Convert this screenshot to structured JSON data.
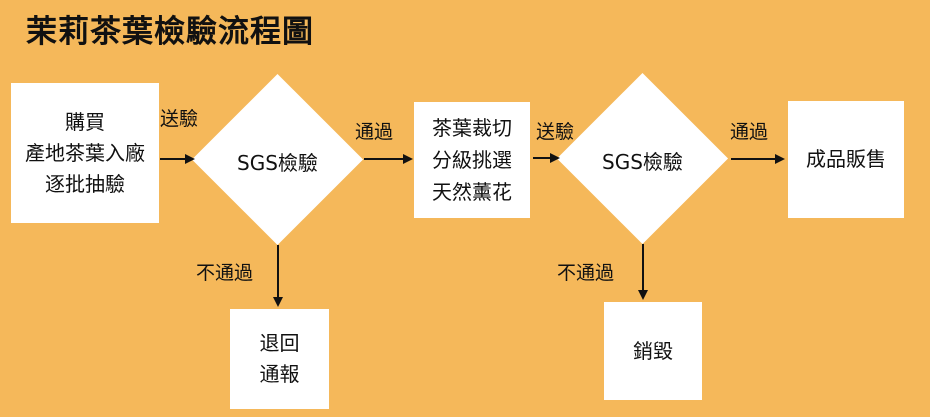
{
  "title": "茉莉茶葉檢驗流程圖",
  "nodes": {
    "purchase": {
      "lines": [
        "購買",
        "產地茶葉入廠",
        "逐批抽驗"
      ]
    },
    "sgs1": {
      "label": "SGS檢驗"
    },
    "process": {
      "lines": [
        "茶葉裁切",
        "分級挑選",
        "天然薰花"
      ]
    },
    "sgs2": {
      "label": "SGS檢驗"
    },
    "sale": {
      "label": "成品販售"
    },
    "return": {
      "lines": [
        "退回",
        "通報"
      ]
    },
    "destroy": {
      "label": "銷毀"
    }
  },
  "edges": {
    "to_sgs1": "送驗",
    "sgs1_pass": "通過",
    "sgs1_fail": "不通過",
    "to_sgs2": "送驗",
    "sgs2_pass": "通過",
    "sgs2_fail": "不通過"
  },
  "colors": {
    "background": "#F5B85A",
    "box": "#FFFFFF",
    "text": "#111111"
  }
}
